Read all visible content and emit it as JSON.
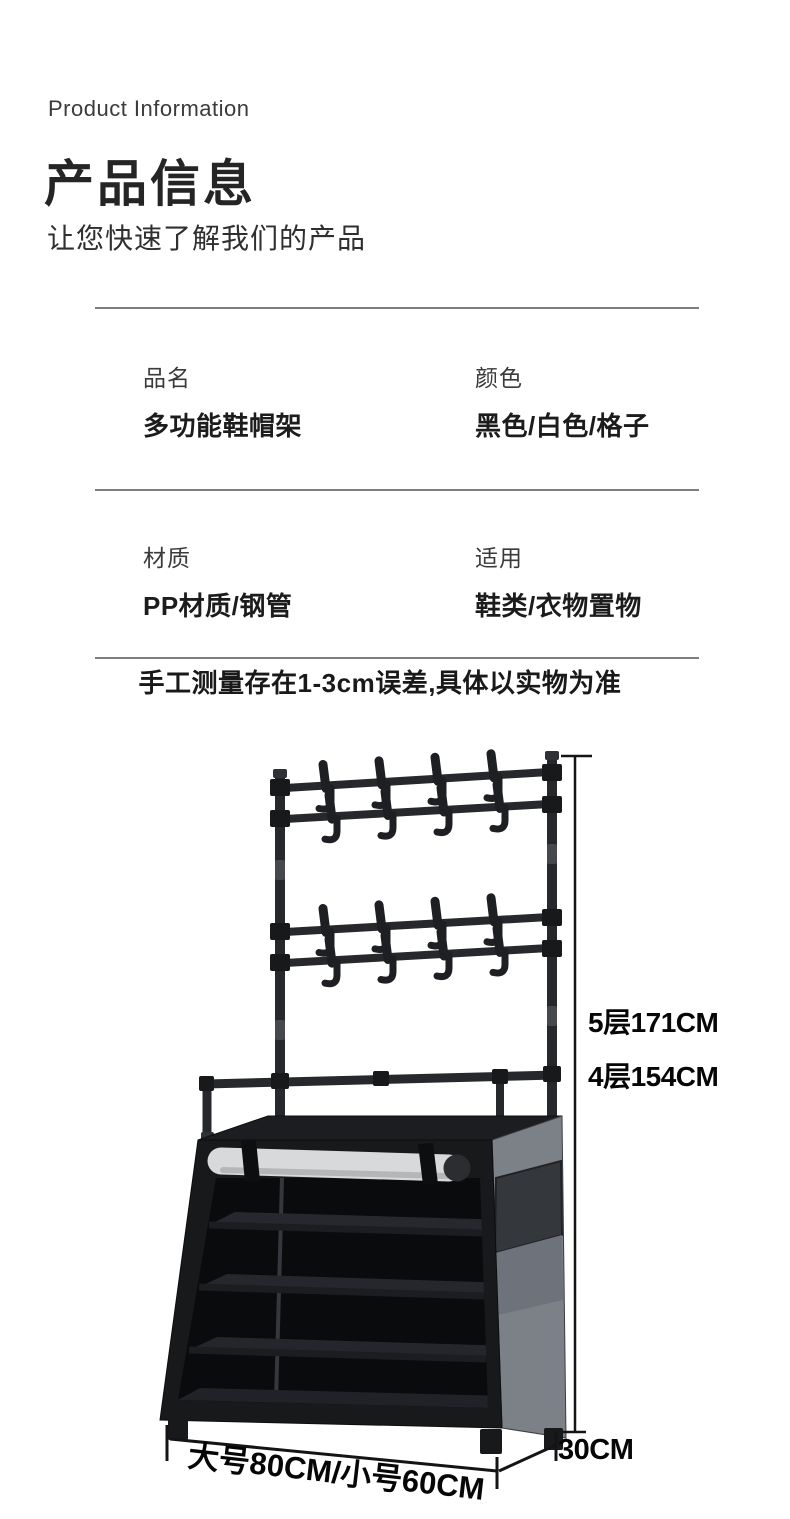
{
  "header": {
    "eyebrow": "Product Information",
    "title": "产品信息",
    "subtitle": "让您快速了解我们的产品"
  },
  "specs": {
    "rows": [
      {
        "label": "品名",
        "value": "多功能鞋帽架"
      },
      {
        "label": "颜色",
        "value": "黑色/白色/格子"
      },
      {
        "label": "材质",
        "value": "PP材质/钢管"
      },
      {
        "label": "适用",
        "value": "鞋类/衣物置物"
      }
    ],
    "disclaimer": "手工测量存在1-3cm误差,具体以实物为准"
  },
  "diagram": {
    "dimensions": {
      "height_5_tier": "5层171CM",
      "height_4_tier": "4层154CM",
      "width": "大号80CM/小号60CM",
      "depth": "30CM"
    },
    "colors": {
      "frame_black": "#17191b",
      "pipe_gray": "#26282b",
      "side_gray": "#7c8087",
      "roll_gray": "#d8d9da",
      "dimension_line": "#141414"
    }
  }
}
